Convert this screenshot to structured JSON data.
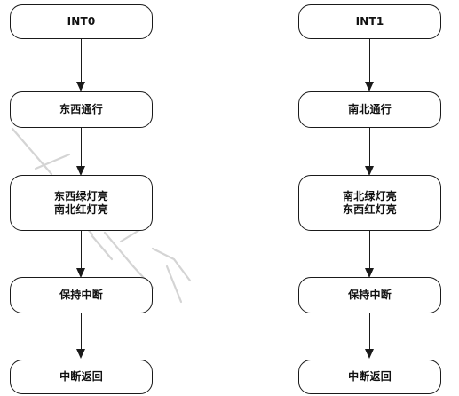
{
  "left_flow": {
    "start": "INT0",
    "step1": "东西通行",
    "step2": [
      "东西绿灯亮",
      "南北红灯亮"
    ],
    "step3": "保持中断",
    "end": "中断返回"
  },
  "right_flow": {
    "start": "INT1",
    "step1": "南北通行",
    "step2": [
      "南北绿灯亮",
      "东西红灯亮"
    ],
    "step3": "保持中断",
    "end": "中断返回"
  },
  "colors": {
    "stroke": "#1a1a1a",
    "text": "#111111",
    "background": "#ffffff"
  }
}
